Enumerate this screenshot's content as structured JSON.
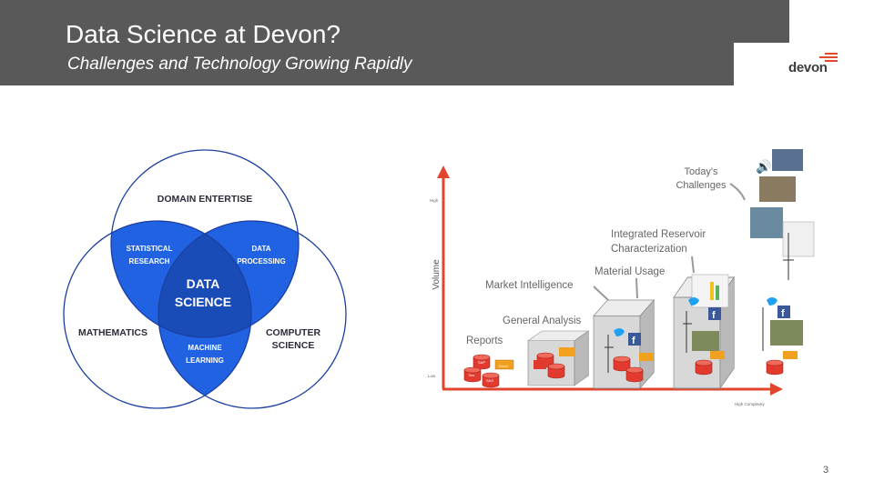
{
  "slide": {
    "title": "Data Science at Devon?",
    "subtitle": "Challenges and Technology Growing Rapidly",
    "page_number": "3",
    "logo_text": "devon"
  },
  "venn": {
    "top_label": "DOMAIN ENTERTISE",
    "left_label": "MATHEMATICS",
    "right_label_1": "COMPUTER",
    "right_label_2": "SCIENCE",
    "overlap_left_1": "STATISTICAL",
    "overlap_left_2": "RESEARCH",
    "overlap_right_1": "DATA",
    "overlap_right_2": "PROCESSING",
    "overlap_bottom_1": "MACHINE",
    "overlap_bottom_2": "LEARNING",
    "center_1": "DATA",
    "center_2": "SCIENCE",
    "colors": {
      "circle_fill": "#2060e0",
      "center_fill": "#1b4bb0",
      "outline": "#1c3fa0"
    }
  },
  "diagram": {
    "y_axis_label": "Volume",
    "y_high": "High",
    "y_low": "Low",
    "x_high": "High Complexity",
    "labels": {
      "todays_1": "Today's",
      "todays_2": "Challenges",
      "reservoir_1": "Integrated Reservoir",
      "reservoir_2": "Characterization",
      "material": "Material Usage",
      "market": "Market Intelligence",
      "general": "General Analysis",
      "reports": "Reports"
    },
    "db_labels": {
      "a": "SAP",
      "b": "Tow",
      "c": "Excel",
      "d": "SAS"
    },
    "colors": {
      "axis": "#e0452e",
      "db": "#e23a2e",
      "tag": "#f2a020",
      "box": "#cfcfcf",
      "facebook": "#3b5998",
      "twitter": "#1da1f2"
    }
  }
}
